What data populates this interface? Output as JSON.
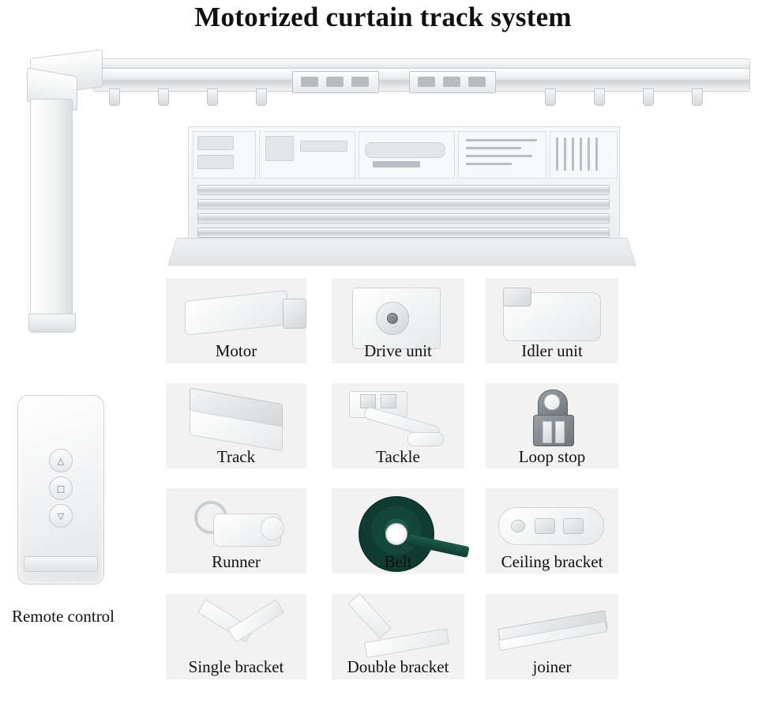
{
  "page": {
    "title": "Motorized curtain track system",
    "background_color": "#ffffff"
  },
  "top_assembly": {
    "name": "motorized-curtain-rail",
    "caption": ""
  },
  "packaging": {
    "name": "parts-tray",
    "caption": ""
  },
  "remote": {
    "label": "Remote control",
    "buttons": [
      {
        "name": "up-button",
        "glyph": "△"
      },
      {
        "name": "stop-button",
        "glyph": "□"
      },
      {
        "name": "down-button",
        "glyph": "▽"
      }
    ]
  },
  "parts": [
    {
      "id": "motor",
      "label": "Motor"
    },
    {
      "id": "drive-unit",
      "label": "Drive unit"
    },
    {
      "id": "idler-unit",
      "label": "Idler unit"
    },
    {
      "id": "track",
      "label": "Track"
    },
    {
      "id": "tackle",
      "label": "Tackle"
    },
    {
      "id": "loop-stop",
      "label": "Loop stop"
    },
    {
      "id": "runner",
      "label": "Runner"
    },
    {
      "id": "belt",
      "label": "Belt"
    },
    {
      "id": "ceiling-bracket",
      "label": "Ceiling bracket"
    },
    {
      "id": "single-bracket",
      "label": "Single bracket"
    },
    {
      "id": "double-bracket",
      "label": "Double bracket"
    },
    {
      "id": "joiner",
      "label": "joiner"
    }
  ],
  "colors": {
    "plate": "#f2f2f2",
    "text": "#111111",
    "belt_green": "#14463a",
    "metal": "#cfd3d6"
  }
}
